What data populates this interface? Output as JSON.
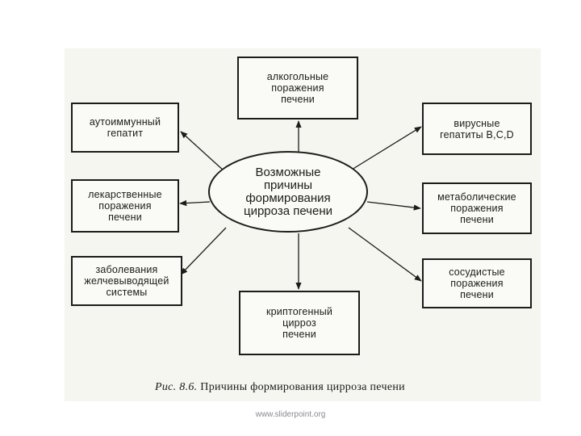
{
  "center": {
    "label": "Возможные\nпричины\nформирования\nцирроза печени"
  },
  "causes": {
    "alcohol": "алкогольные\nпоражения\nпечени",
    "autoimmune": "аутоиммунный\nгепатит",
    "viral": "вирусные\nгепатиты B,C,D",
    "drug": "лекарственные\nпоражения\nпечени",
    "metabolic": "метаболические\nпоражения\nпечени",
    "biliary": "заболевания\nжелчевыводящей\nсистемы",
    "vascular": "сосудистые\nпоражения\nпечени",
    "cryptogenic": "криптогенный\nцирроз\nпечени"
  },
  "caption": {
    "prefix": "Рис. 8.6.",
    "text": "Причины формирования цирроза печени"
  },
  "footer": {
    "text": "www.sliderpoint.org"
  },
  "colors": {
    "ink": "#1c1c1c",
    "figure_bg": "#f4f6ef",
    "footer": "#8a8a8a"
  }
}
